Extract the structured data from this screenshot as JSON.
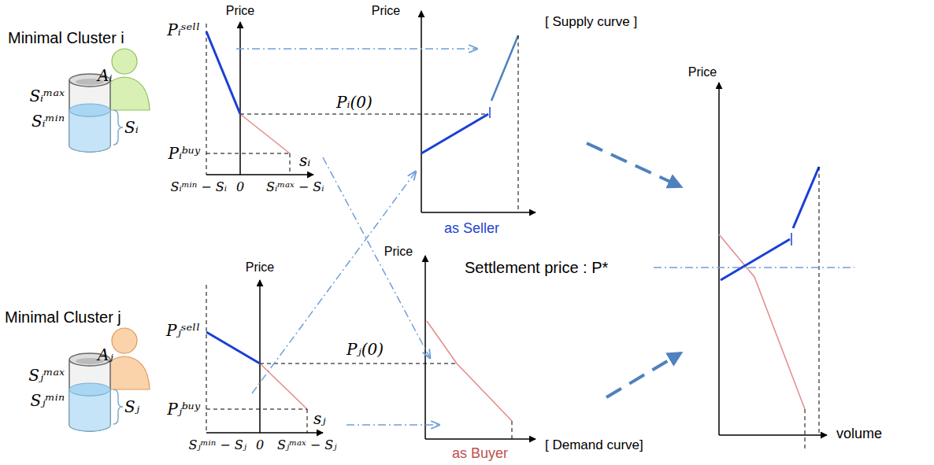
{
  "diagram": {
    "labels": [
      "Price",
      "Minimal Cluster i",
      "Pᵢˢᵉˡˡ",
      "Pᵢ(0)",
      "Price",
      "[ Supply curve ]",
      "Aᵢ",
      "Sᵢᵐᵃˣ",
      "Sᵢᵐⁱⁿ",
      "Sᵢ",
      "Pᵢᵇᵘʸ",
      "sᵢ",
      "Sᵢᵐⁱⁿ − Sᵢ",
      "0",
      "Sᵢᵐᵃˣ − Sᵢ",
      "as Seller",
      "Price",
      "Price",
      "Settlement price : P*",
      "Minimal Cluster j",
      "Pⱼˢᵉˡˡ",
      "Price",
      "Pⱼ(0)",
      "Aⱼ",
      "Sⱼᵐᵃˣ",
      "Sⱼᵐⁱⁿ",
      "Sⱼ",
      "Pⱼᵇᵘʸ",
      "sⱼ",
      "Sⱼᵐⁱⁿ − Sⱼ",
      "0",
      "Sⱼᵐᵃˣ − Sⱼ",
      "[ Demand curve]",
      "as Buyer",
      "volume"
    ]
  }
}
